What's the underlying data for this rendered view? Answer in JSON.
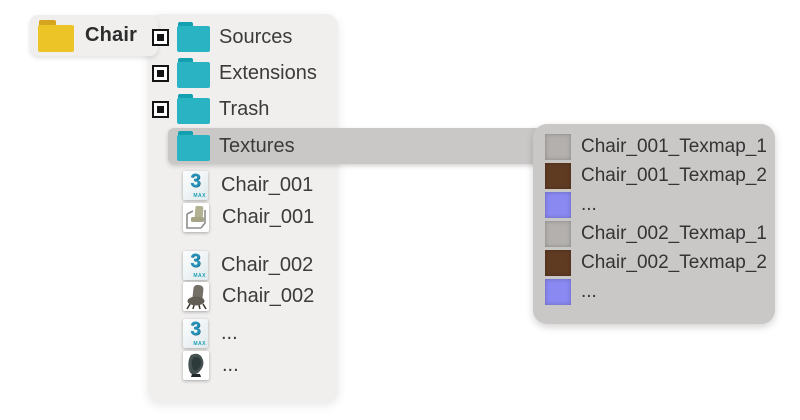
{
  "root_folder": {
    "label": "Chair"
  },
  "tree": {
    "folders": [
      {
        "label": "Sources"
      },
      {
        "label": "Extensions"
      },
      {
        "label": "Trash"
      },
      {
        "label": "Textures"
      }
    ],
    "files": [
      {
        "label": "Chair_001",
        "icon": "3ds-max-file"
      },
      {
        "label": "Chair_001",
        "icon": "chair-photo-1"
      },
      {
        "label": "Chair_002",
        "icon": "3ds-max-file"
      },
      {
        "label": "Chair_002",
        "icon": "chair-photo-2"
      },
      {
        "label": "...",
        "icon": "3ds-max-file"
      },
      {
        "label": "...",
        "icon": "chair-photo-3"
      }
    ]
  },
  "max_icon": {
    "numeral": "3",
    "sub": "MAX"
  },
  "textures_panel": {
    "items": [
      {
        "label": "Chair_001_Texmap_1",
        "swatch": "#b3b0ad"
      },
      {
        "label": "Chair_001_Texmap_2",
        "swatch": "#5f3b22"
      },
      {
        "label": "...",
        "swatch": "#8a89f2"
      },
      {
        "label": "Chair_002_Texmap_1",
        "swatch": "#b3b0ad"
      },
      {
        "label": "Chair_002_Texmap_2",
        "swatch": "#5f3b22"
      },
      {
        "label": "...",
        "swatch": "#8a89f2"
      }
    ]
  },
  "colors": {
    "panel_light": "#f0efee",
    "panel_gray": "#cac8c7",
    "folder_teal": "#2ab4c3",
    "folder_yellow": "#ecc428",
    "text": "#3b3b3b",
    "swatch_gray": "#b3b0ad",
    "swatch_brown": "#5f3b22",
    "swatch_purple": "#8a89f2"
  }
}
